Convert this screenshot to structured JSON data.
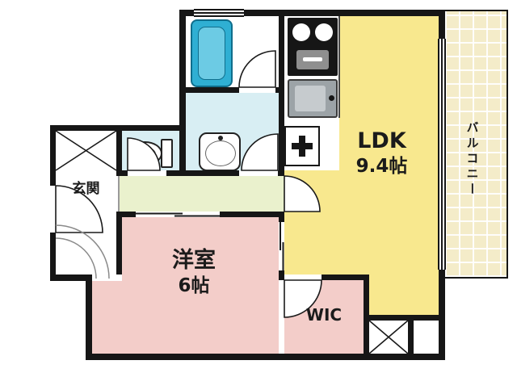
{
  "plan": {
    "type": "apartment-floor-plan",
    "labels": {
      "ldk": {
        "line1": "LDK",
        "line2": "9.4帖"
      },
      "western_room": {
        "line1": "洋室",
        "line2": "6帖"
      },
      "wic": "WIC",
      "entrance": "玄関",
      "balcony": "バルコニー"
    },
    "colors": {
      "wall": "#161616",
      "ldk_fill": "#F8E88E",
      "bedroom_fill": "#F3CDC9",
      "wic_fill": "#F3CDC9",
      "sanitary_fill": "#D8EEF3",
      "hallway_fill": "#EAF1CD",
      "balcony_fill": "#F4ECC9",
      "bathtub_fill": "#2FAFD3",
      "bathtub_inner": "#6CCBE4",
      "sink_fill": "#9CA3A7"
    },
    "fixtures": [
      "bathtub",
      "gas-stove",
      "kitchen-sink",
      "washbasin",
      "toilet",
      "utility-cross-box",
      "meter-box",
      "pipe-space"
    ]
  }
}
